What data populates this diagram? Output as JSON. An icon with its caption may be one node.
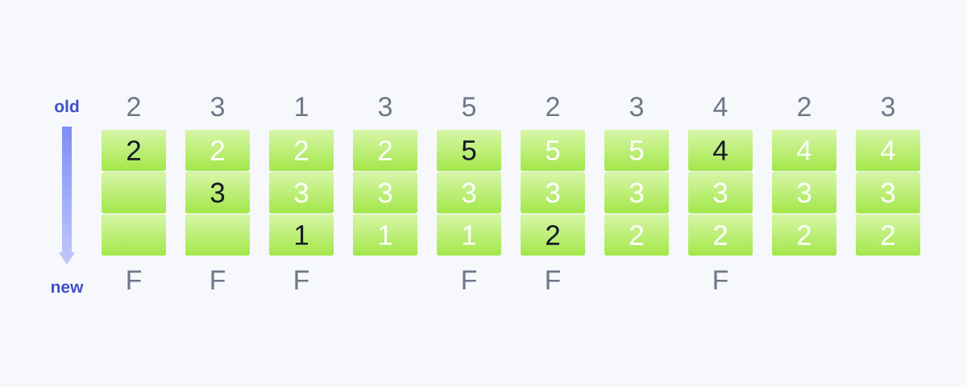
{
  "diagram": {
    "nodes": [
      {
        "text": [
          "2"
        ]
      },
      {
        "text": [
          "2"
        ]
      },
      {
        "text": [
          "2"
        ]
      },
      {
        "text": [
          "2"
        ]
      },
      {
        "text": [
          "5"
        ]
      },
      {
        "text": [
          "5"
        ]
      },
      {
        "text": [
          "5"
        ]
      },
      {
        "text": [
          "4"
        ]
      },
      {
        "text": [
          "4"
        ]
      },
      {
        "text": [
          "4"
        ]
      },
      {
        "text": [],
        "shape": "box"
      },
      {
        "text": [
          "3"
        ]
      },
      {
        "text": [
          "3"
        ]
      },
      {
        "text": [
          "3"
        ]
      },
      {
        "text": [
          "3"
        ]
      },
      {
        "text": [
          "3"
        ]
      },
      {
        "text": [
          "3"
        ]
      },
      {
        "text": [
          "3"
        ]
      },
      {
        "text": [
          "3"
        ]
      },
      {
        "text": [
          "3"
        ]
      },
      {
        "text": [],
        "shape": "box"
      },
      {
        "text": [],
        "shape": "box"
      },
      {
        "text": [
          "1"
        ]
      },
      {
        "text": [
          "1"
        ]
      },
      {
        "text": [
          "1"
        ]
      },
      {
        "text": [
          "2"
        ]
      },
      {
        "text": [
          "2"
        ]
      },
      {
        "text": [
          "2"
        ]
      },
      {
        "text": [
          "2"
        ]
      },
      {
        "text": [
          "2"
        ]
      }
    ],
    "labels": [
      "old",
      "2",
      "3",
      "1",
      "3",
      "5",
      "2",
      "3",
      "4",
      "2",
      "3",
      "new",
      "F",
      "F",
      "F",
      "F",
      "F",
      "F"
    ]
  }
}
